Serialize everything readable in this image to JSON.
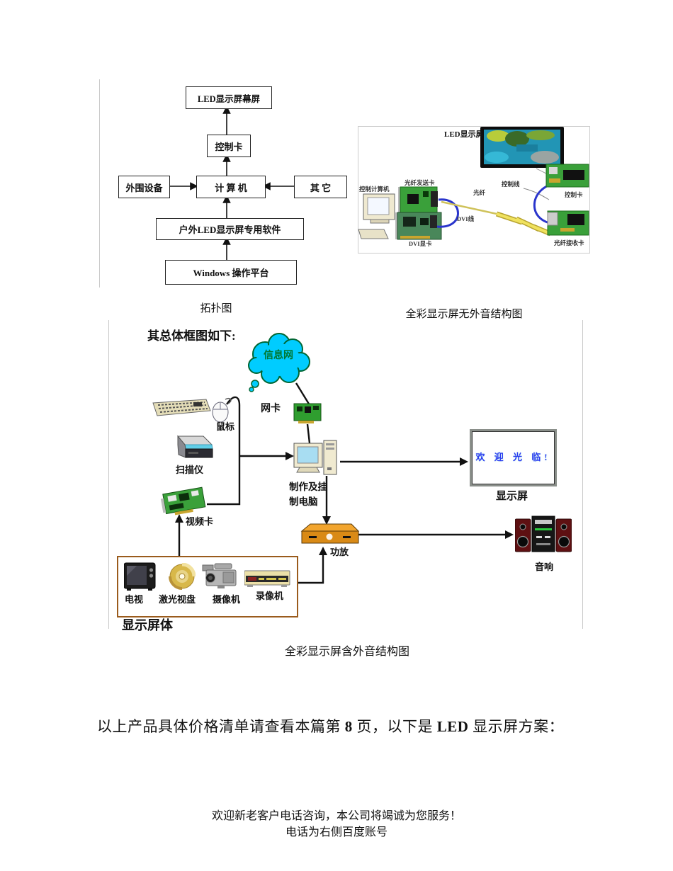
{
  "topology": {
    "boxes": {
      "screen": "LED显示屏幕屏",
      "control_card": "控制卡",
      "peripherals": "外围设备",
      "computer": "计 算 机",
      "other": "其  它",
      "software": "户外LED显示屏专用软件",
      "platform": "Windows 操作平台"
    },
    "caption": "拓扑图"
  },
  "fiber_diagram": {
    "title": "LED显示屏",
    "labels": {
      "control_computer": "控制计算机",
      "fiber_tx_card": "光纤发送卡",
      "dvi_card": "DVI显卡",
      "dvi_cable": "DVI线",
      "fiber": "光纤",
      "control_cable": "控制线",
      "control_card": "控制卡",
      "fiber_rx_card": "光纤接收卡"
    },
    "caption": "全彩显示屏无外音结构图"
  },
  "block_diagram": {
    "heading": "其总体框图如下:",
    "cloud_label": "信息网",
    "nic": "网卡",
    "mouse": "鼠标",
    "scanner": "扫描仪",
    "video_card": "视频卡",
    "computer_line1": "制作及挂",
    "computer_line2": "制电脑",
    "screen_text": "欢 迎 光 临!",
    "display": "显示屏",
    "amplifier": "功放",
    "speakers": "音响",
    "sources": {
      "tv": "电视",
      "laser_disc": "激光视盘",
      "camera": "摄像机",
      "vcr": "录像机"
    },
    "source_box_title": "显示屏体",
    "caption": "全彩显示屏含外音结构图"
  },
  "body_text": {
    "part1": "以上产品具体价格清单请查看本篇第 ",
    "page_num": "8",
    "part2": " 页，以下是 ",
    "brand": "LED",
    "part3": " 显示屏方案："
  },
  "footer": {
    "line1": "欢迎新老客户电话咨询，本公司将竭诚为您服务！",
    "line2": "电话为右侧百度账号"
  },
  "colors": {
    "cloud": "#00ccff",
    "pcb_green": "#3aa03a",
    "amp_gold": "#e8981e",
    "speaker_maroon": "#5e1012",
    "source_box_border": "#9a5b1c",
    "cable_blue": "#2a35cc",
    "fiber_yellow": "#e8d84e"
  }
}
